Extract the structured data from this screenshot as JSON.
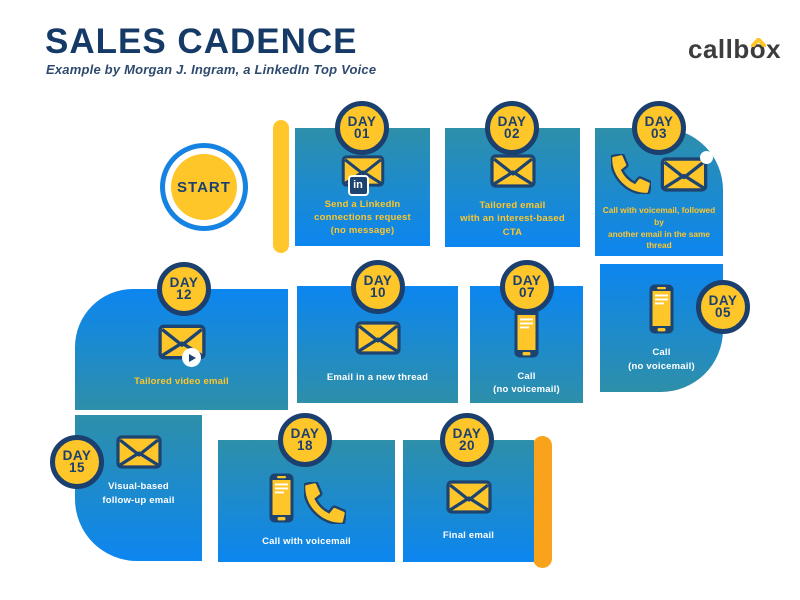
{
  "header": {
    "title": "SALES CADENCE",
    "subtitle": "Example by Morgan J. Ingram, a LinkedIn Top Voice",
    "brand": "callbox"
  },
  "start": {
    "label": "START"
  },
  "linkedin_badge": "in",
  "steps": [
    {
      "day_word": "DAY",
      "day_num": "01",
      "icon": "email-linkedin",
      "text": "Send a LinkedIn\nconnections request\n(no message)"
    },
    {
      "day_word": "DAY",
      "day_num": "02",
      "icon": "email",
      "text": "Tailored email\nwith an interest-based\nCTA"
    },
    {
      "day_word": "DAY",
      "day_num": "03",
      "icon": "phone-and-email",
      "text": "Call with voicemail, followed by\nanother email in the same\nthread"
    },
    {
      "day_word": "DAY",
      "day_num": "05",
      "icon": "smartphone",
      "text": "Call\n(no voicemail)"
    },
    {
      "day_word": "DAY",
      "day_num": "07",
      "icon": "smartphone",
      "text": "Call\n(no voicemail)"
    },
    {
      "day_word": "DAY",
      "day_num": "10",
      "icon": "email",
      "text": "Email in a new thread"
    },
    {
      "day_word": "DAY",
      "day_num": "12",
      "icon": "email-video",
      "text": "Tailored video email"
    },
    {
      "day_word": "DAY",
      "day_num": "15",
      "icon": "email",
      "text": "Visual-based\nfollow-up email"
    },
    {
      "day_word": "DAY",
      "day_num": "18",
      "icon": "smartphone-and-phone",
      "text": "Call with voicemail"
    },
    {
      "day_word": "DAY",
      "day_num": "20",
      "icon": "email",
      "text": "Final email"
    }
  ],
  "colors": {
    "yellow": "#FFC629",
    "navy": "#1B3F6E",
    "teal": "#2E8FA9",
    "blue": "#0C86F0",
    "orange_end_bar": "#F9A21B",
    "yellow_start_bar": "#FFC72C",
    "title_navy": "#163A67",
    "logo_gray": "#3D3D3D"
  }
}
